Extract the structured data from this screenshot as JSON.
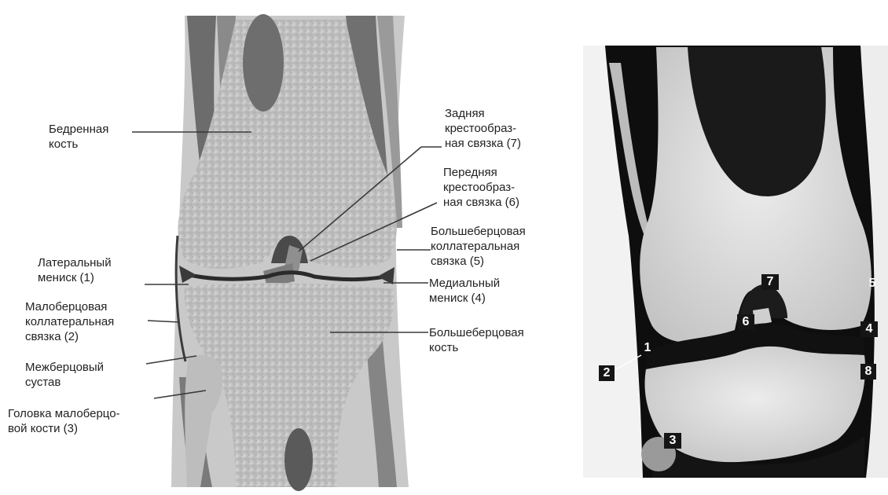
{
  "labels": [
    {
      "id": "femur",
      "text": "Бедренная\nкость"
    },
    {
      "id": "pcl",
      "text": "Задняя\nкрестообраз-\nная связка (7)"
    },
    {
      "id": "acl",
      "text": "Передняя\nкрестообраз-\nная связка (6)"
    },
    {
      "id": "mcl",
      "text": "Большеберцовая\nколлатеральная\nсвязка (5)"
    },
    {
      "id": "lat-meniscus",
      "text": "Латеральный\nмениск (1)"
    },
    {
      "id": "med-meniscus",
      "text": "Медиальный\nмениск (4)"
    },
    {
      "id": "lcl",
      "text": "Малоберцовая\nколлатеральная\nсвязка (2)"
    },
    {
      "id": "tibia",
      "text": "Большеберцовая\nкость"
    },
    {
      "id": "tibiofibular",
      "text": "Межберцовый\nсустав"
    },
    {
      "id": "fibula-head",
      "text": "Головка малоберцо-\nвой кости (3)"
    }
  ],
  "markers": [
    "1",
    "2",
    "3",
    "4",
    "5",
    "6",
    "7",
    "8"
  ],
  "colors": {
    "text": "#222222",
    "leader": "#3a3a3a",
    "specimen_tissue": "#a9a9a9",
    "specimen_bone": "#c8c8c8",
    "mri_background": "#0e0e0e",
    "mri_bone": "#d9d9d9",
    "marker_text": "#ffffff"
  }
}
